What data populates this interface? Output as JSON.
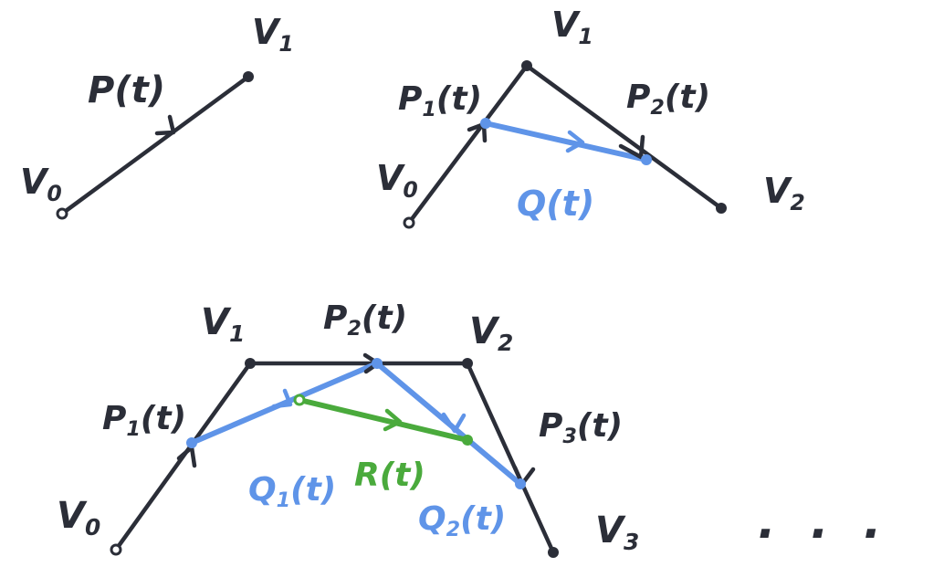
{
  "colors": {
    "ink": "#2b2e38",
    "blue": "#5f94e8",
    "green": "#4aaa3c"
  },
  "diagrams": [
    {
      "name": "linear",
      "labels": {
        "V0": {
          "main": "V",
          "sub": "0"
        },
        "V1": {
          "main": "V",
          "sub": "1"
        },
        "P": {
          "main": "P(t)",
          "sub": ""
        }
      }
    },
    {
      "name": "quadratic",
      "labels": {
        "V0": {
          "main": "V",
          "sub": "0"
        },
        "V1": {
          "main": "V",
          "sub": "1"
        },
        "V2": {
          "main": "V",
          "sub": "2"
        },
        "P1": {
          "main": "P",
          "sub": "1",
          "tail": "(t)"
        },
        "P2": {
          "main": "P",
          "sub": "2",
          "tail": "(t)"
        },
        "Q": {
          "main": "Q(t)",
          "sub": ""
        }
      }
    },
    {
      "name": "cubic",
      "labels": {
        "V0": {
          "main": "V",
          "sub": "0"
        },
        "V1": {
          "main": "V",
          "sub": "1"
        },
        "V2": {
          "main": "V",
          "sub": "2"
        },
        "V3": {
          "main": "V",
          "sub": "3"
        },
        "P1": {
          "main": "P",
          "sub": "1",
          "tail": "(t)"
        },
        "P2": {
          "main": "P",
          "sub": "2",
          "tail": "(t)"
        },
        "P3": {
          "main": "P",
          "sub": "3",
          "tail": "(t)"
        },
        "Q1": {
          "main": "Q",
          "sub": "1",
          "tail": "(t)"
        },
        "Q2": {
          "main": "Q",
          "sub": "2",
          "tail": "(t)"
        },
        "R": {
          "main": "R(t)",
          "sub": ""
        }
      }
    }
  ],
  "ellipsis": "· · ·"
}
